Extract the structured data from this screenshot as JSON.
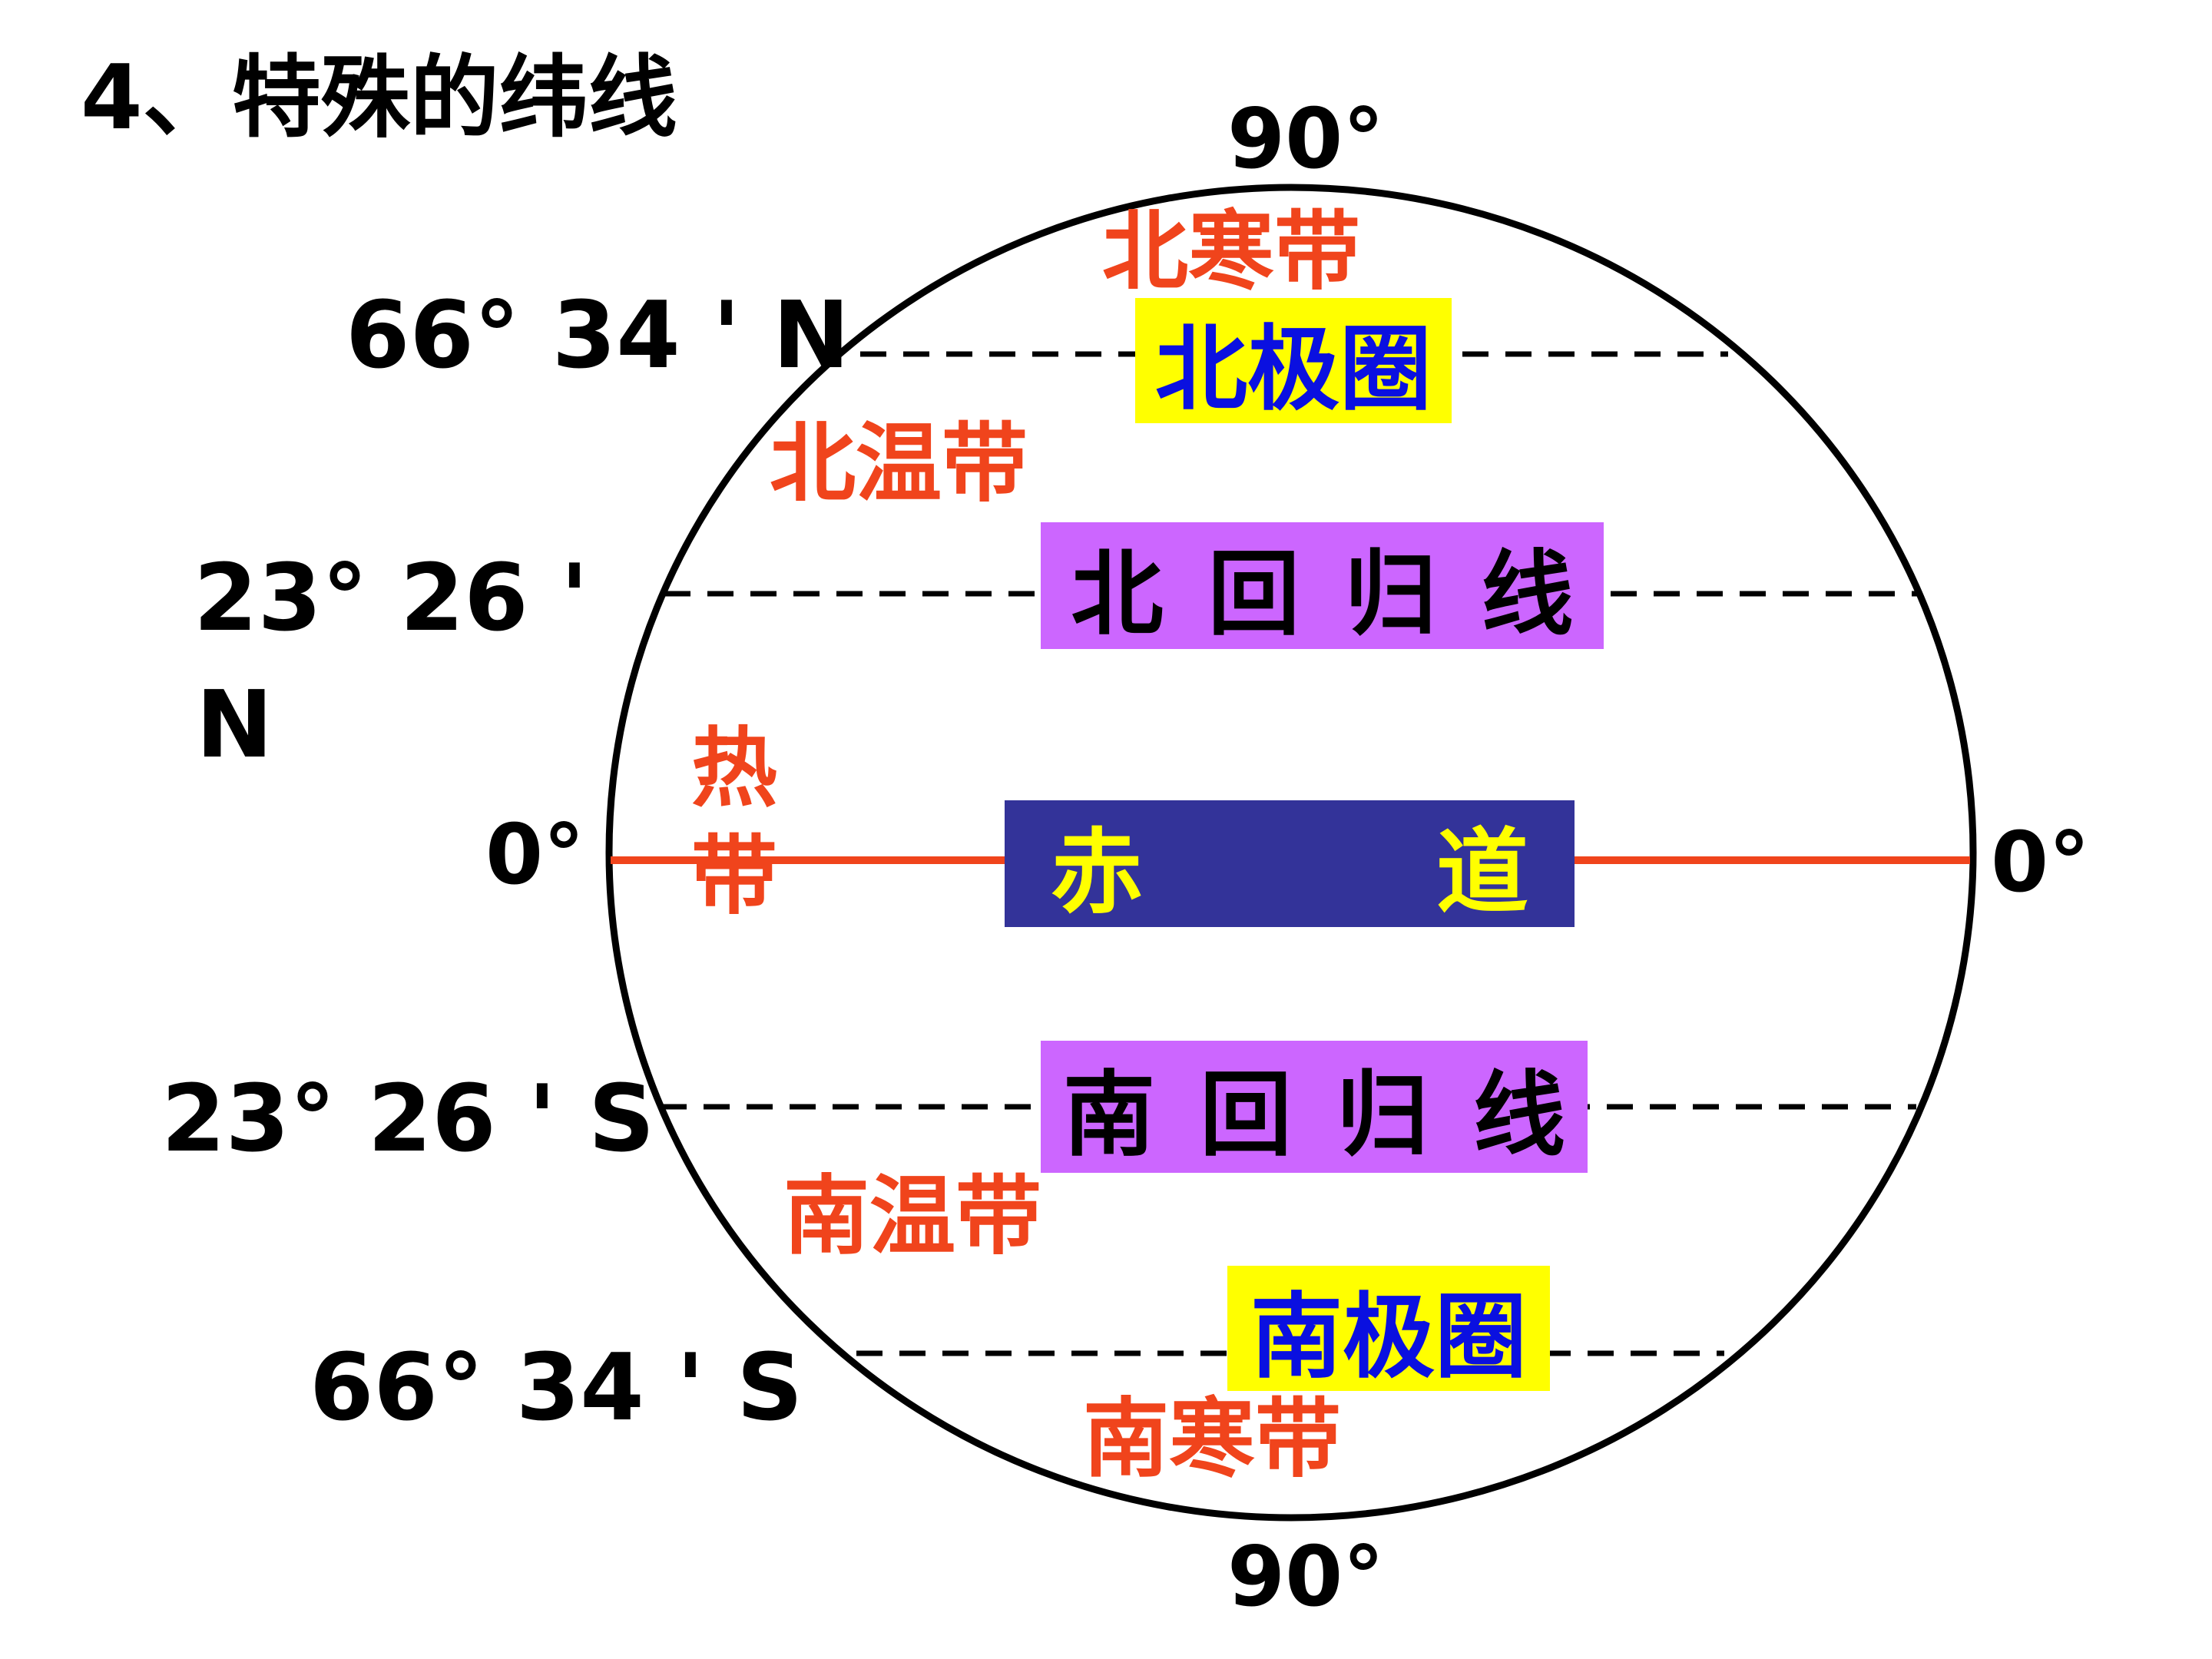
{
  "title": "4、特殊的纬线",
  "degrees": {
    "top": "90°",
    "bottom": "90°",
    "left_equator": "0°",
    "right_equator": "0°"
  },
  "latitudes": {
    "arctic": "66° 34 ' N",
    "tropic_north_line1": "23° 26 '",
    "tropic_north_line2": "N",
    "tropic_south": "23° 26 ' S",
    "antarctic": "66° 34 ' S"
  },
  "line_labels": {
    "arctic_circle": "北极圈",
    "tropic_of_cancer": "北回归线",
    "equator_left": "赤",
    "equator_right": "道",
    "tropic_of_capricorn": "南回归线",
    "antarctic_circle": "南极圈"
  },
  "zones": {
    "north_frigid": "北寒带",
    "north_temperate": "北温带",
    "tropical_top": "热",
    "tropical_bottom": "带",
    "south_temperate": "南温带",
    "south_frigid": "南寒带"
  },
  "colors": {
    "zone_text": "#f0441c",
    "equator_line": "#f0441c",
    "polar_box": "#ffff00",
    "polar_text": "#0a10e0",
    "tropic_box": "#cc66ff",
    "equator_box": "#333399",
    "equator_text": "#ffff00"
  }
}
